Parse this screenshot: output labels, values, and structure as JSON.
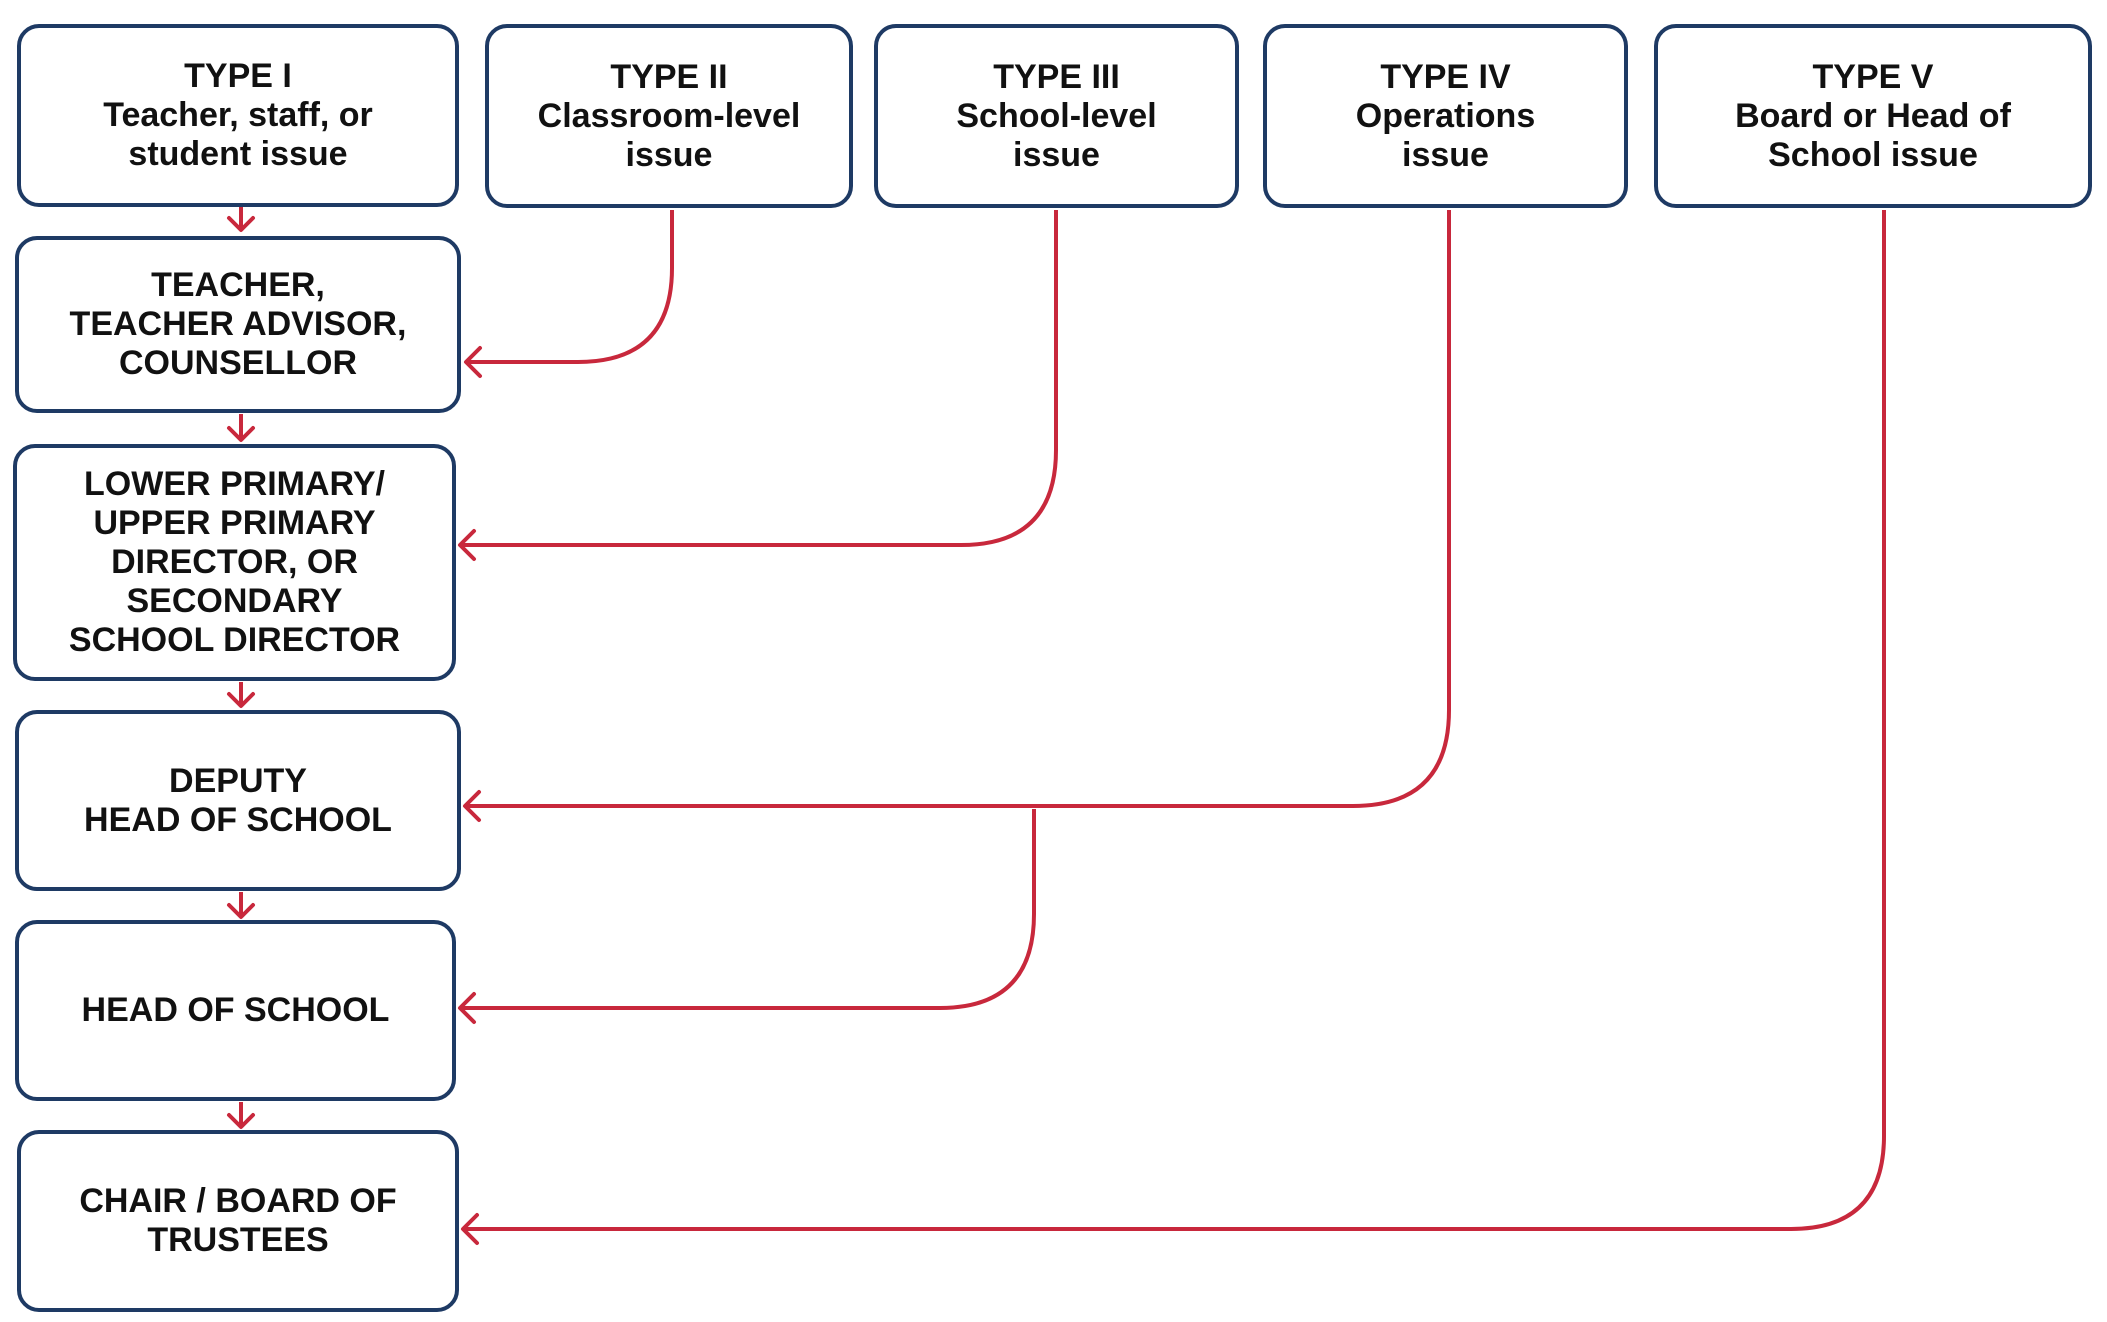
{
  "colors": {
    "box_border": "#1e3a64",
    "connector": "#c8283c",
    "text": "#111111",
    "background": "#ffffff"
  },
  "issue_types": [
    {
      "id": "type-1",
      "lines": [
        "TYPE I",
        "Teacher, staff, or",
        "student issue"
      ]
    },
    {
      "id": "type-2",
      "lines": [
        "TYPE II",
        "Classroom-level",
        "issue"
      ]
    },
    {
      "id": "type-3",
      "lines": [
        "TYPE III",
        "School-level",
        "issue"
      ]
    },
    {
      "id": "type-4",
      "lines": [
        "TYPE IV",
        "Operations",
        "issue"
      ]
    },
    {
      "id": "type-5",
      "lines": [
        "TYPE V",
        "Board or Head of",
        "School issue"
      ]
    }
  ],
  "escalation_levels": [
    {
      "id": "teacher",
      "lines": [
        "TEACHER,",
        "TEACHER ADVISOR,",
        "COUNSELLOR"
      ]
    },
    {
      "id": "director",
      "lines": [
        "LOWER PRIMARY/",
        "UPPER PRIMARY",
        "DIRECTOR, OR",
        "SECONDARY",
        "SCHOOL DIRECTOR"
      ]
    },
    {
      "id": "deputy-head",
      "lines": [
        "DEPUTY",
        "HEAD OF SCHOOL"
      ]
    },
    {
      "id": "head-of-school",
      "lines": [
        "HEAD OF SCHOOL"
      ]
    },
    {
      "id": "board",
      "lines": [
        "CHAIR / BOARD OF",
        "TRUSTEES"
      ]
    }
  ],
  "routes": [
    {
      "from": "type-1",
      "to": "teacher"
    },
    {
      "from": "type-2",
      "to": "teacher"
    },
    {
      "from": "type-3",
      "to": "director"
    },
    {
      "from": "type-4",
      "to": "deputy-head"
    },
    {
      "from": "type-4",
      "to": "head-of-school"
    },
    {
      "from": "type-5",
      "to": "board"
    },
    {
      "from": "teacher",
      "to": "director"
    },
    {
      "from": "director",
      "to": "deputy-head"
    },
    {
      "from": "deputy-head",
      "to": "head-of-school"
    },
    {
      "from": "head-of-school",
      "to": "board"
    }
  ]
}
